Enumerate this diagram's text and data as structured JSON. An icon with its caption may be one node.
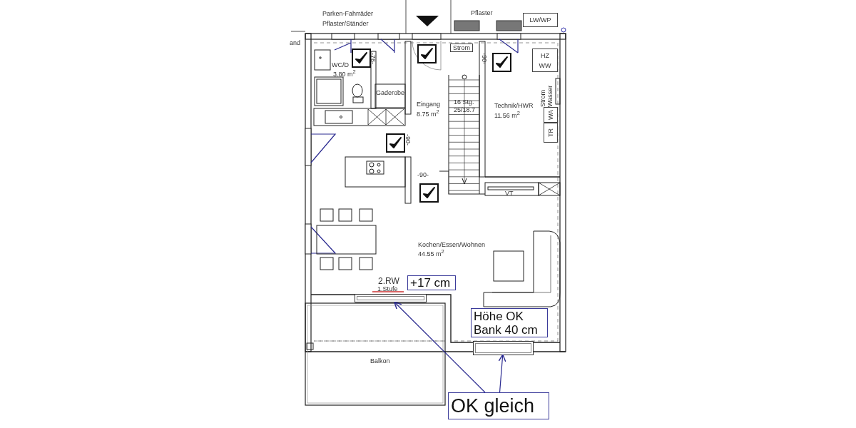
{
  "diagram": {
    "nodes": [
      {
        "text": [
          "LW/WP"
        ]
      },
      {
        "text": [
          "Strom"
        ]
      },
      {
        "text": [
          "HZ WW"
        ]
      },
      {
        "text": [
          "WA"
        ]
      },
      {
        "text": [
          "TR"
        ]
      },
      {
        "text": [
          "+17 cm"
        ]
      },
      {
        "text": [],
        "shape": "box"
      },
      {
        "text": [
          "Höhe OK Bank 40 cm"
        ]
      },
      {
        "text": [],
        "shape": "box"
      },
      {
        "text": [
          "OK gleich"
        ]
      }
    ],
    "edges": [
      {
        "from": 9,
        "to": 6,
        "arrow": "to"
      },
      {
        "from": 9,
        "to": 8,
        "arrow": "to"
      }
    ],
    "labels": [
      "Parken-Fahrräder Pflaster/Ständer",
      "Pflaster",
      "and",
      "-76-",
      "-90-",
      "WC/D",
      "3.80 m$^{2}$",
      "Strom Wasser",
      "Gaderobe",
      "Eingang",
      "8.75 m$^{2}$",
      "16 Stg.",
      "25/18.7",
      "Technik/HWR",
      "11.56 m$^{2}$",
      "-90-",
      "-90-",
      "VT",
      "Kochen/Essen/Wohnen",
      "44.55 m$^{2}$",
      "2.RW",
      "1.Stufe",
      "Balkon"
    ]
  }
}
